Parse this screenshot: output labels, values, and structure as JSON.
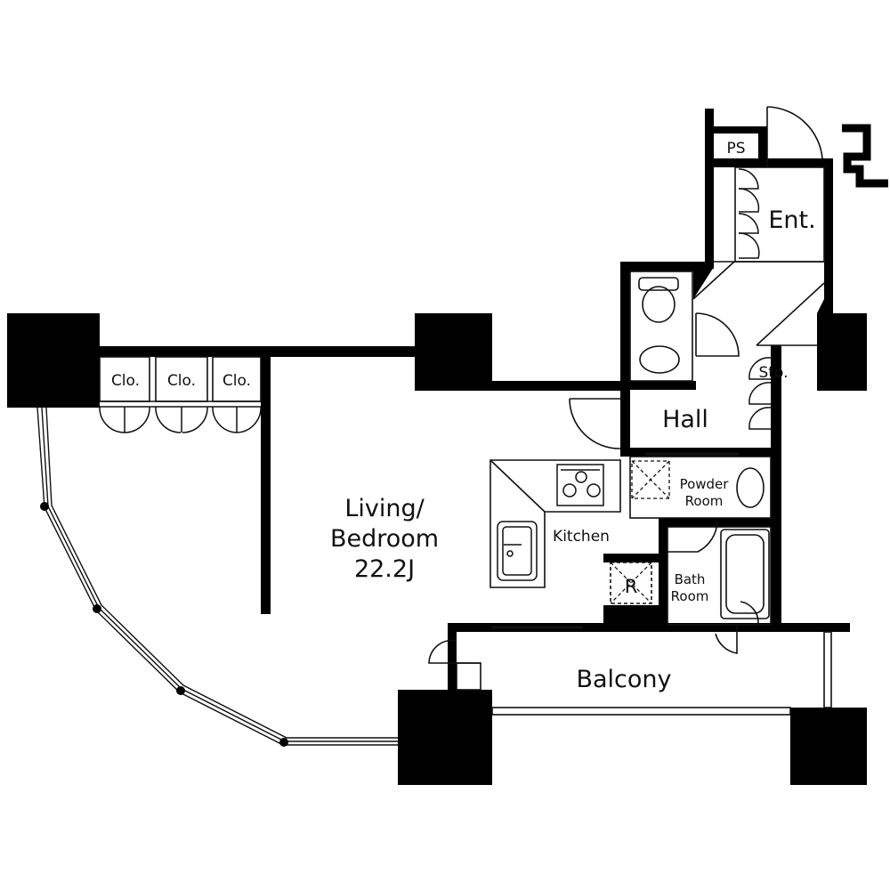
{
  "rooms": {
    "ps": "PS",
    "entrance": "Ent.",
    "storage": "Sto.",
    "hall": "Hall",
    "closet_1": "Clo.",
    "closet_2": "Clo.",
    "closet_3": "Clo.",
    "living_line1": "Living/",
    "living_line2": "Bedroom",
    "living_size": "22.2J",
    "kitchen": "Kitchen",
    "fridge": "R",
    "powder_line1": "Powder",
    "powder_line2": "Room",
    "bath_line1": "Bath",
    "bath_line2": "Room",
    "balcony": "Balcony"
  },
  "colors": {
    "wall": "#000000",
    "line": "#111111",
    "background": "#ffffff"
  }
}
